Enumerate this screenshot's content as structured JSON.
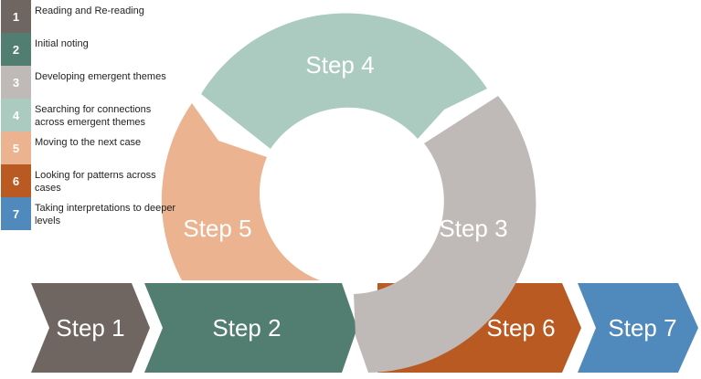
{
  "legend": [
    {
      "num": "1",
      "text": "Reading and Re-reading",
      "color": "#706661"
    },
    {
      "num": "2",
      "text": "Initial noting",
      "color": "#527d71"
    },
    {
      "num": "3",
      "text": "Developing emergent themes",
      "color": "#bfbab8"
    },
    {
      "num": "4",
      "text": "Searching for connections across emergent themes",
      "color": "#abcbc1"
    },
    {
      "num": "5",
      "text": "Moving to the next case",
      "color": "#ecb390"
    },
    {
      "num": "6",
      "text": "Looking for patterns across cases",
      "color": "#b95a23"
    },
    {
      "num": "7",
      "text": "Taking interpretations to deeper levels",
      "color": "#5089bb"
    }
  ],
  "steps": {
    "step1": {
      "label": "Step 1",
      "color": "#706661"
    },
    "step2": {
      "label": "Step 2",
      "color": "#527d71"
    },
    "step3": {
      "label": "Step 3",
      "color": "#bfbab8"
    },
    "step4": {
      "label": "Step 4",
      "color": "#abcbc1"
    },
    "step5": {
      "label": "Step 5",
      "color": "#ecb390"
    },
    "step6": {
      "label": "Step 6",
      "color": "#b95a23"
    },
    "step7": {
      "label": "Step 7",
      "color": "#5089bb"
    }
  }
}
